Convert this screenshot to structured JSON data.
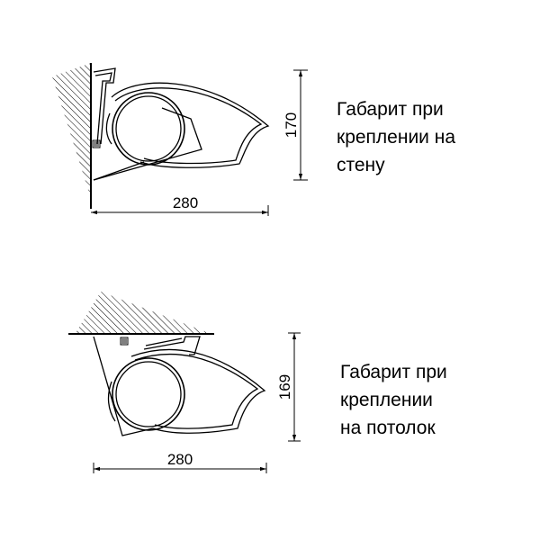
{
  "wall": {
    "width_value": "280",
    "height_value": "170",
    "caption_lines": [
      "Габарит при",
      "креплении на",
      "стену"
    ]
  },
  "ceiling": {
    "width_value": "280",
    "height_value": "169",
    "caption_lines": [
      "Габарит при",
      "креплении",
      "на потолок"
    ]
  },
  "colors": {
    "line": "#000000",
    "background": "#ffffff"
  }
}
